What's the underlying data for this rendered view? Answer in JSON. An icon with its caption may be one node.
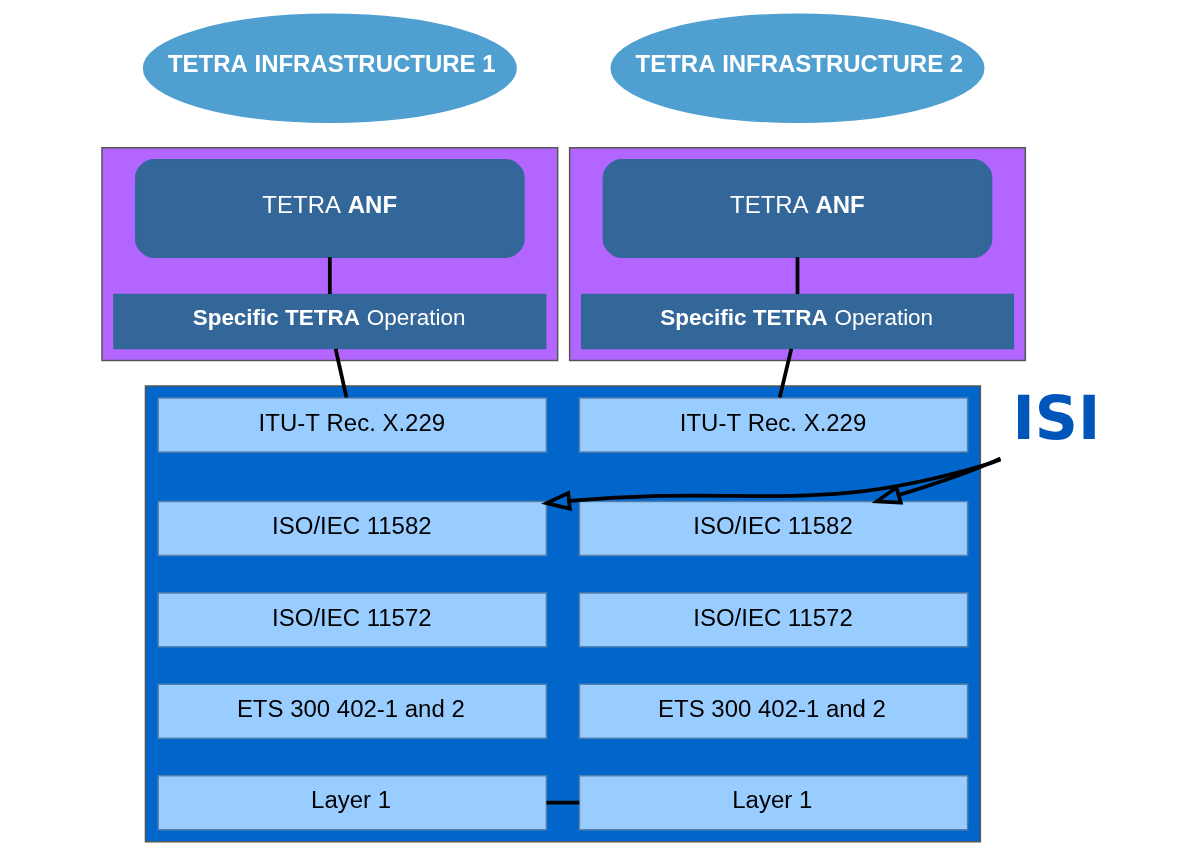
{
  "diagram": {
    "nodes": [
      {
        "text": [
          "TETRA INFRASTRUCTURE 1"
        ]
      },
      {
        "text": [
          "TETRA INFRASTRUCTURE 2"
        ]
      },
      {
        "text": [],
        "shape": "box"
      },
      {
        "text": [
          "TETRA **ANF**"
        ],
        "in": 2
      },
      {
        "text": [
          "**Specific TETRA** Operation"
        ],
        "in": 2
      },
      {
        "text": [],
        "shape": "box"
      },
      {
        "text": [
          "TETRA **ANF**"
        ],
        "in": 5
      },
      {
        "text": [
          "**Specific TETRA** Operation"
        ],
        "in": 5
      },
      {
        "text": [],
        "shape": "box"
      },
      {
        "text": [
          "ITU-T Rec. X.229"
        ],
        "in": 8
      },
      {
        "text": [
          "ISO/IEC 11582"
        ],
        "in": 8
      },
      {
        "text": [
          "ISO/IEC 11572"
        ],
        "in": 8
      },
      {
        "text": [
          "ETS 300 402-1 and 2"
        ],
        "in": 8
      },
      {
        "text": [
          "Layer 1"
        ],
        "in": 8
      },
      {
        "text": [
          "ITU-T Rec. X.229"
        ],
        "in": 8
      },
      {
        "text": [
          "ISO/IEC 11582"
        ],
        "in": 8
      },
      {
        "text": [
          "ISO/IEC 11572"
        ],
        "in": 8
      },
      {
        "text": [
          "ETS 300 402-1 and 2"
        ],
        "in": 8
      },
      {
        "text": [
          "Layer 1"
        ],
        "in": 8
      },
      {
        "text": [
          "ISI"
        ]
      }
    ],
    "edges": [
      {
        "from": 3,
        "to": 4,
        "arrow": "none"
      },
      {
        "from": 4,
        "to": 9,
        "arrow": "none"
      },
      {
        "from": 6,
        "to": 7,
        "arrow": "none"
      },
      {
        "from": 7,
        "to": 14,
        "arrow": "none"
      },
      {
        "from": 13,
        "to": 18,
        "arrow": "none"
      },
      {
        "from": 19,
        "to": 10,
        "arrow": "to"
      },
      {
        "from": 19,
        "to": 15,
        "arrow": "to"
      }
    ]
  }
}
